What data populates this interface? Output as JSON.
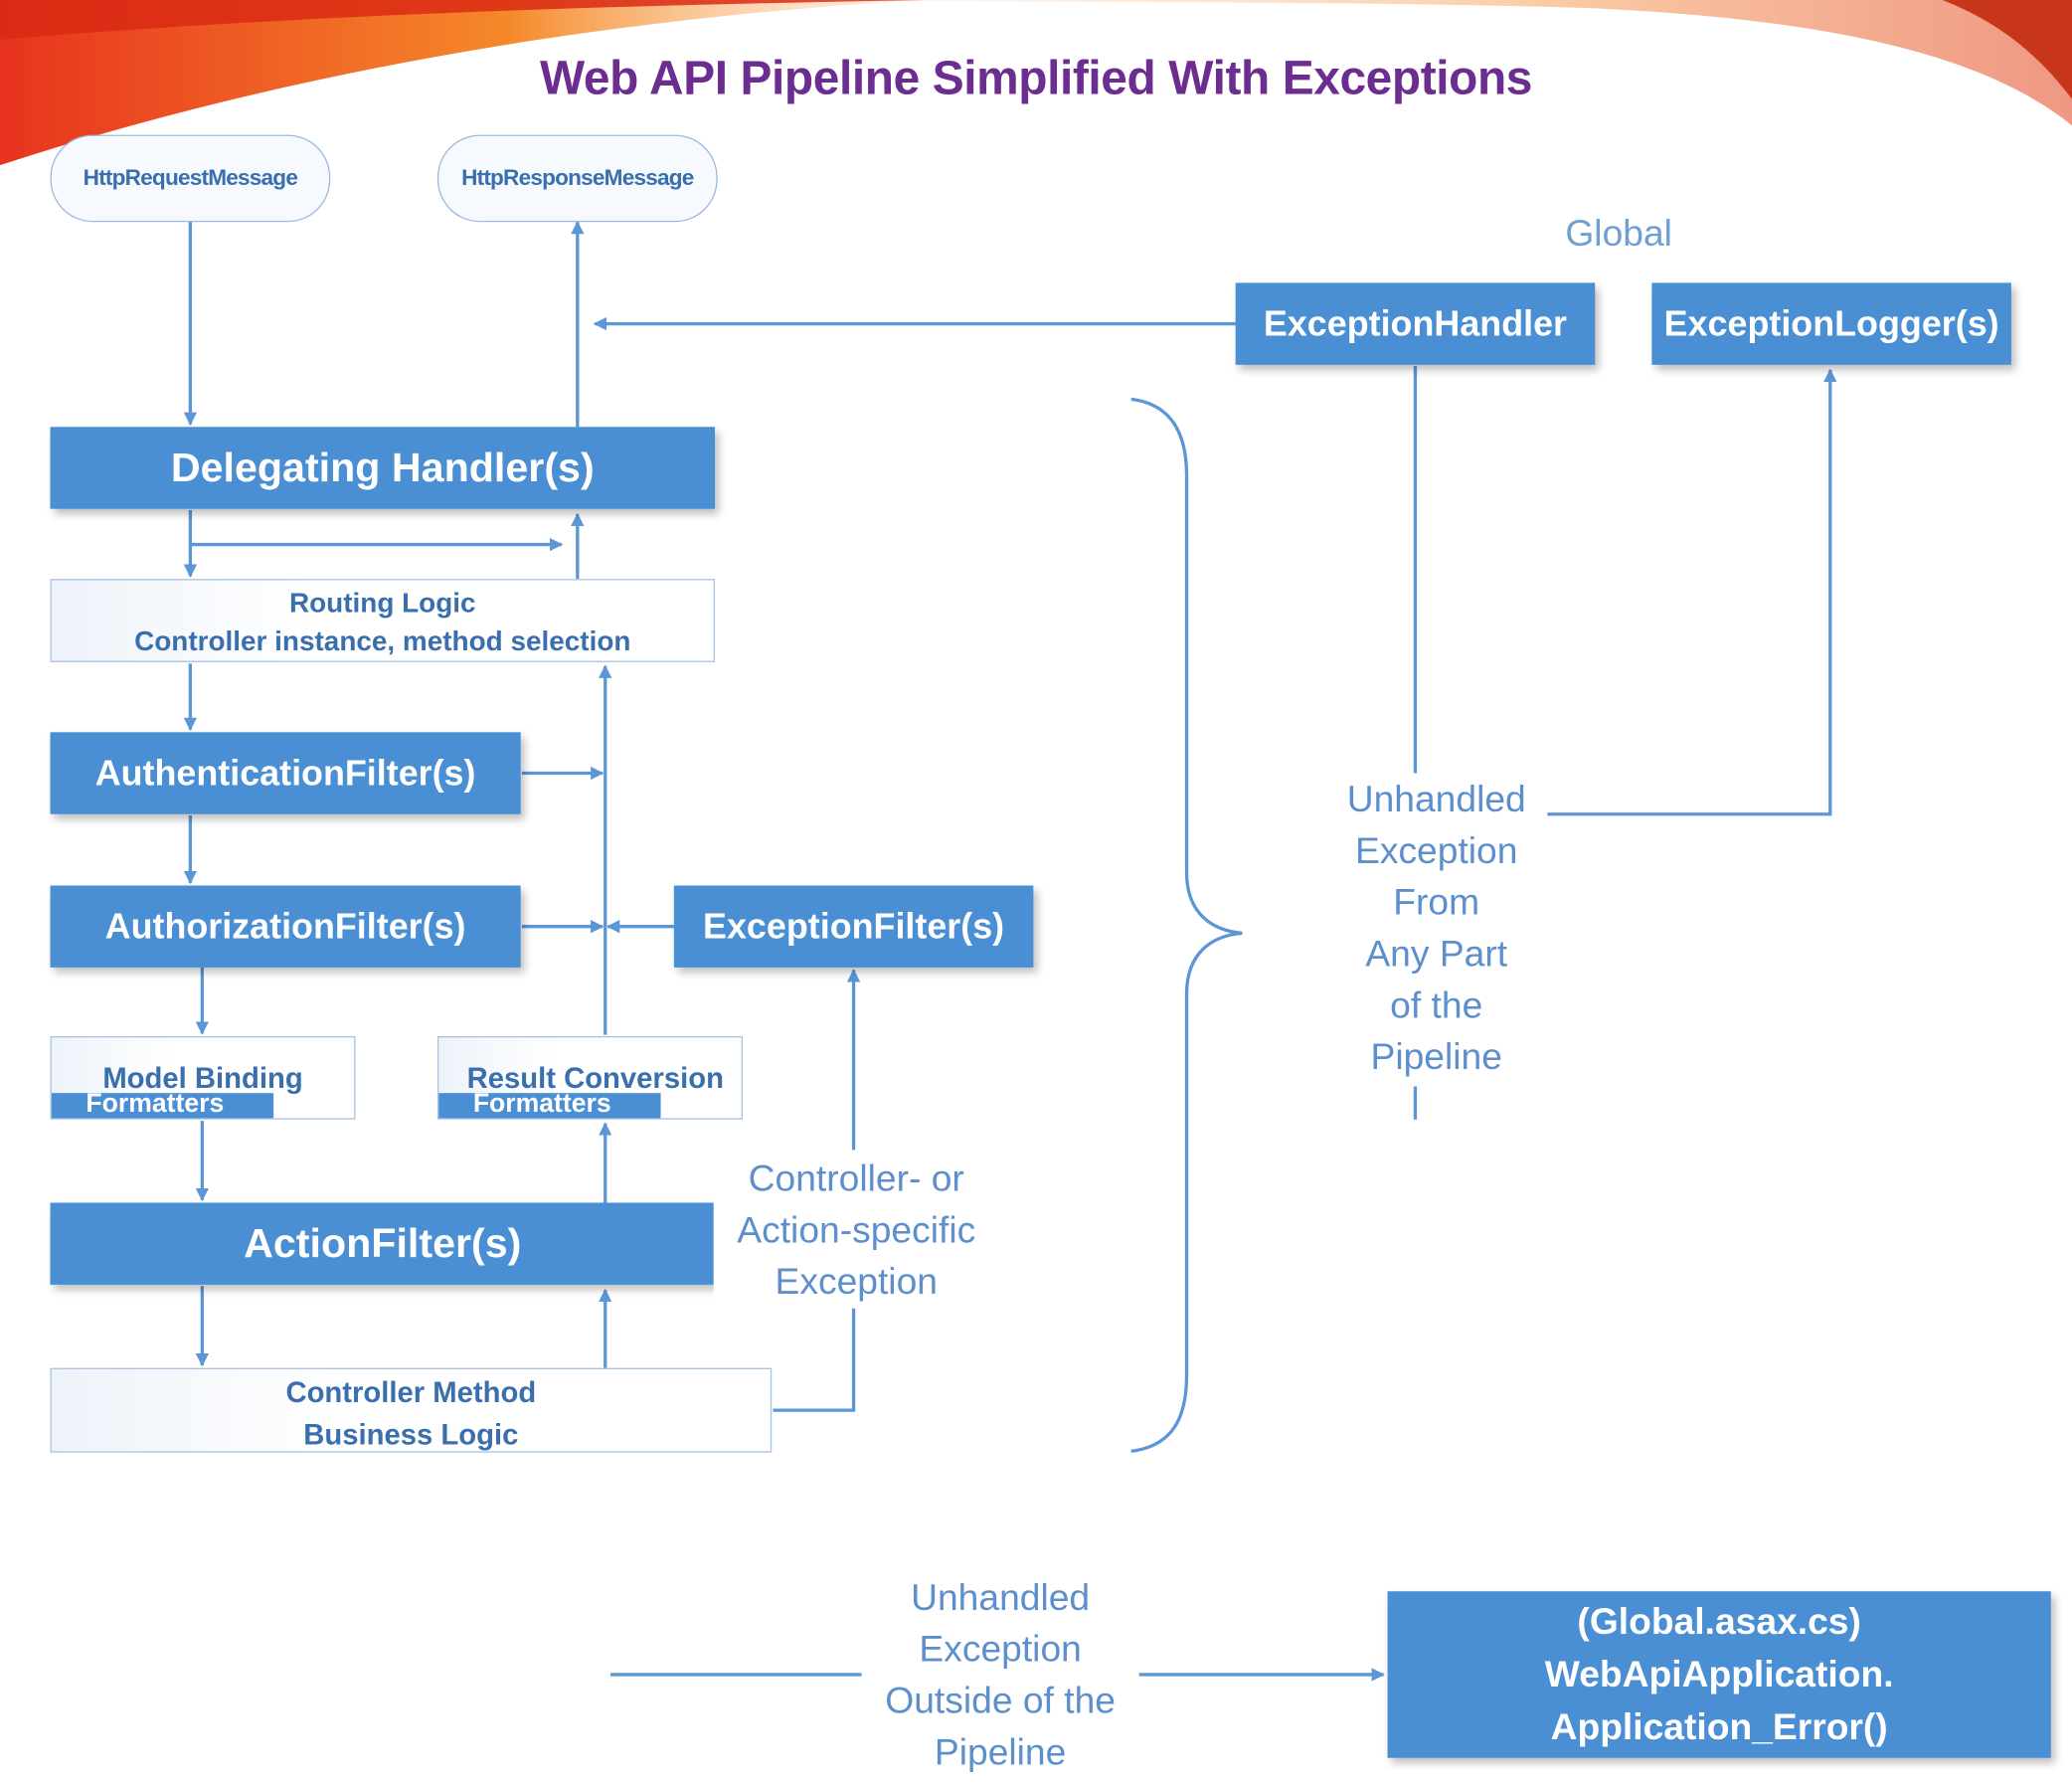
{
  "title": "Web API Pipeline Simplified With Exceptions",
  "nodes": {
    "request": "HttpRequestMessage",
    "response": "HttpResponseMessage",
    "global_label": "Global",
    "exception_handler": "ExceptionHandler",
    "exception_logger": "ExceptionLogger(s)",
    "delegating_handler": "Delegating Handler(s)",
    "routing_logic": {
      "line1": "Routing Logic",
      "line2": "Controller instance, method selection"
    },
    "authentication_filter": "AuthenticationFilter(s)",
    "authorization_filter": "AuthorizationFilter(s)",
    "exception_filter": "ExceptionFilter(s)",
    "model_binding": {
      "label": "Model Binding",
      "tag": "Formatters"
    },
    "result_conversion": {
      "label": "Result Conversion",
      "tag": "Formatters"
    },
    "action_filter": "ActionFilter(s)",
    "controller_method": {
      "line1": "Controller Method",
      "line2": "Business Logic"
    },
    "app_error": {
      "line1": "(Global.asax.cs)",
      "line2": "WebApiApplication.",
      "line3": "Application_Error()"
    }
  },
  "annotations": {
    "controller_exception": [
      "Controller- or",
      "Action-specific",
      "Exception"
    ],
    "unhandled_pipeline": [
      "Unhandled",
      "Exception",
      "From",
      "Any Part",
      "of the",
      "Pipeline"
    ],
    "unhandled_outside": [
      "Unhandled",
      "Exception",
      "Outside of the",
      "Pipeline"
    ]
  },
  "colors": {
    "title": "#6b2d8f",
    "box_fill": "#4a8fd4",
    "line": "#5b97d6",
    "label": "#5c8fcb"
  }
}
